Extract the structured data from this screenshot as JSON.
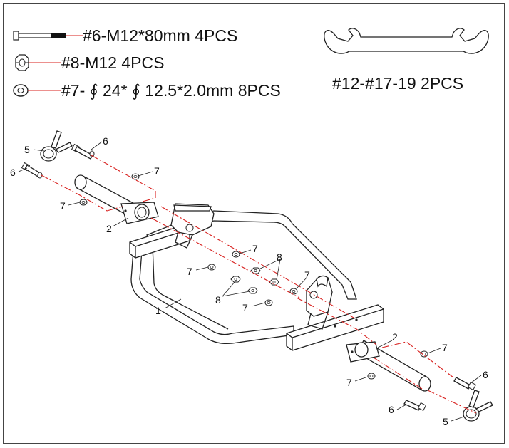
{
  "hardware": {
    "bolt_label": "#6-M12*80mm 4PCS",
    "nut_label": "#8-M12  4PCS",
    "washer_label": "#7- ∮ 24* ∮ 12.5*2.0mm  8PCS",
    "wrench_label": "#12-#17-19 2PCS"
  },
  "callouts": {
    "c1": "1",
    "c2_left": "2",
    "c2_right": "2",
    "c5_left": "5",
    "c5_right": "5",
    "c6_left_top": "6",
    "c6_left": "6",
    "c6_right_top": "6",
    "c6_right_bottom": "6",
    "c7_a": "7",
    "c7_b": "7",
    "c7_c": "7",
    "c7_d": "7",
    "c7_e": "7",
    "c7_f": "7",
    "c7_g": "7",
    "c7_h": "7",
    "c8_top": "8",
    "c8_bottom": "8"
  },
  "colors": {
    "line": "#222222",
    "assembly_path": "#d8201e",
    "bolt_thread": "#111111"
  }
}
